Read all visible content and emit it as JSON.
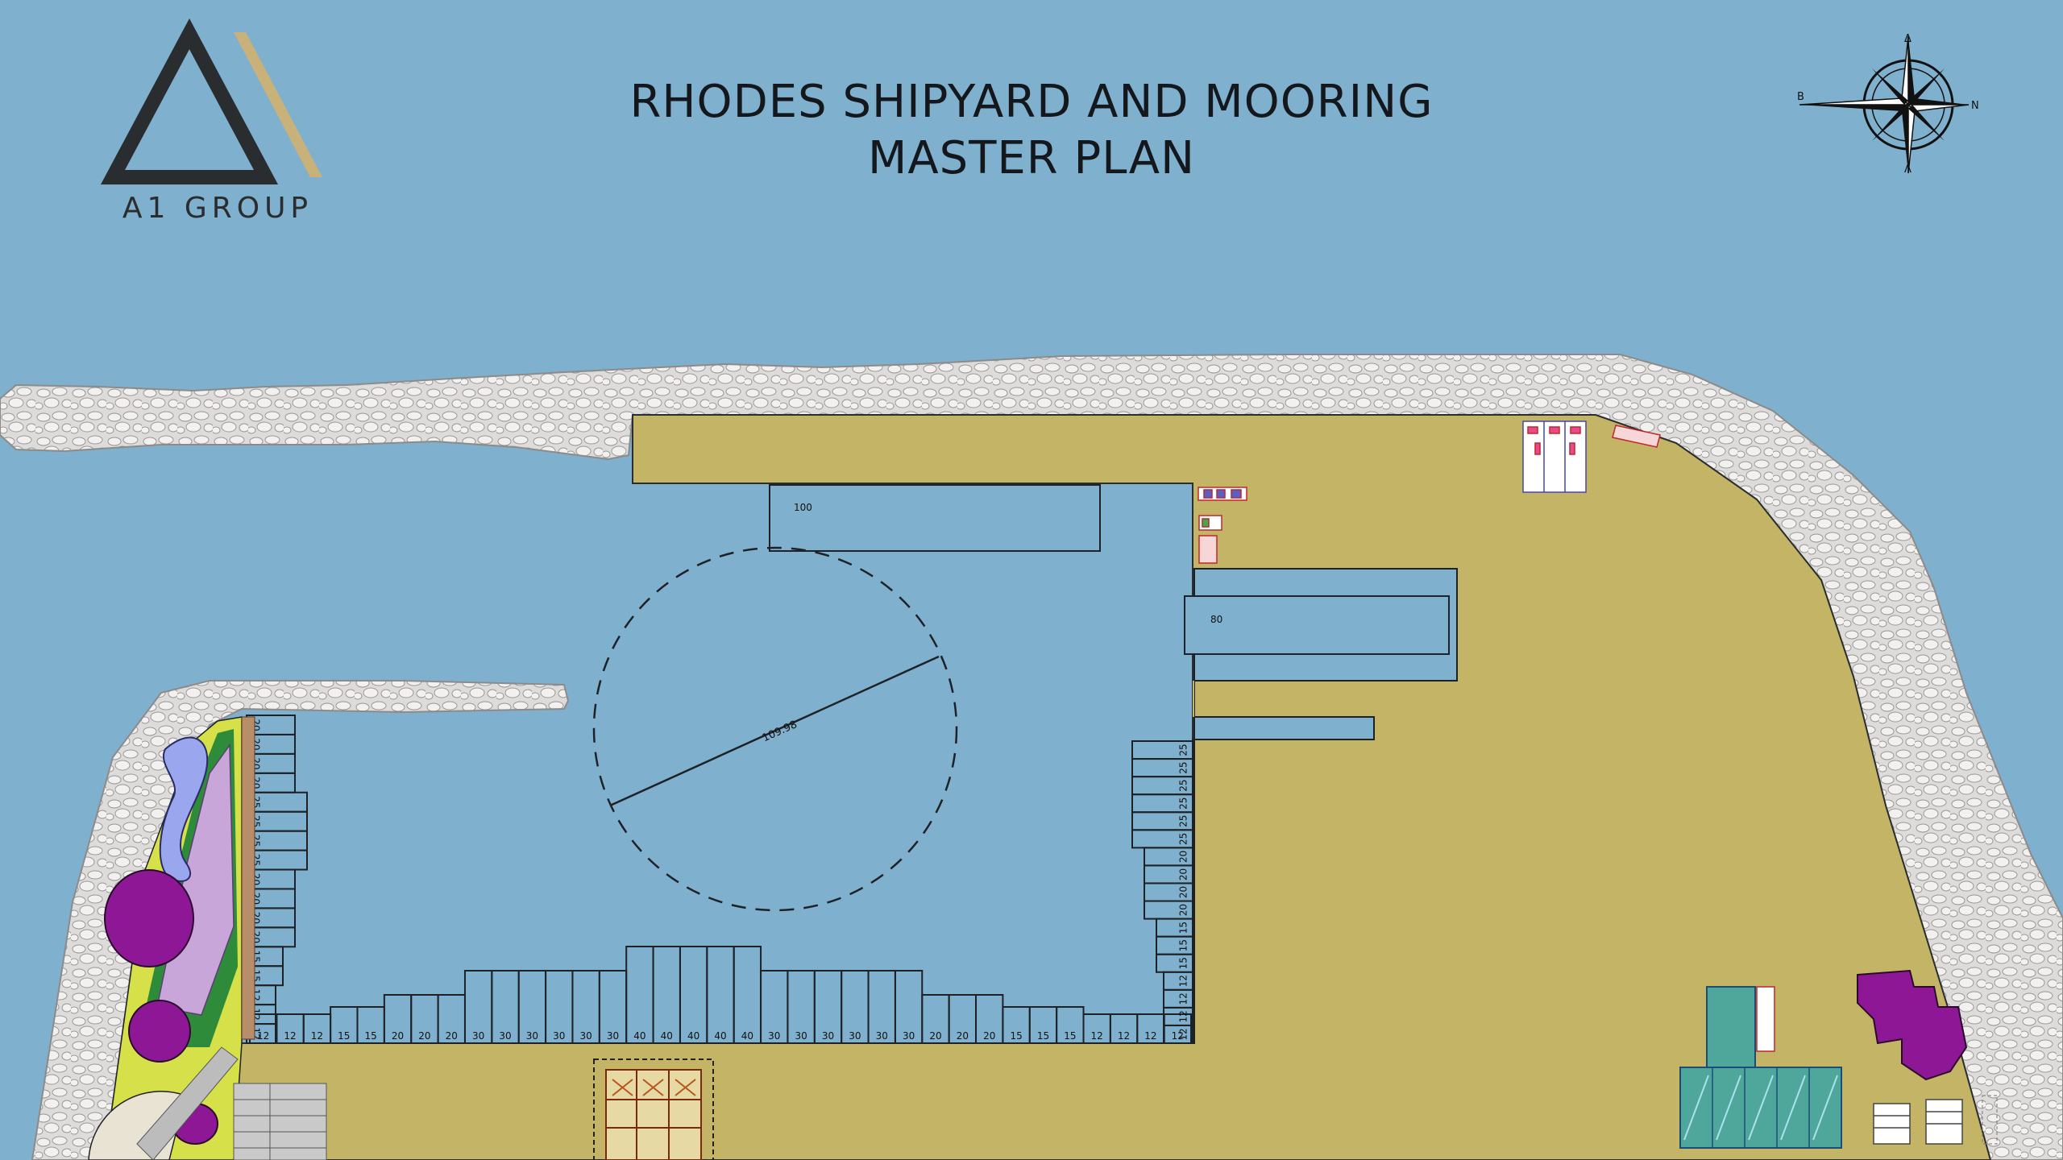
{
  "header": {
    "title_line1": "RHODES SHIPYARD AND MOORING",
    "title_line2": "MASTER PLAN"
  },
  "logo": {
    "name": "A1 GROUP",
    "icon": "a1-group-logo-icon"
  },
  "compass": {
    "icon": "compass-rose-icon",
    "north": "Δ",
    "west": "B",
    "east": "N",
    "south": "Λ"
  },
  "basin_labels": {
    "berth_top": "100",
    "berth_right": "80",
    "turning_circle": "109.98"
  },
  "berths": {
    "bottom_row": [
      "12",
      "12",
      "12",
      "15",
      "15",
      "20",
      "20",
      "20",
      "30",
      "30",
      "30",
      "30",
      "30",
      "30",
      "40",
      "40",
      "40",
      "40",
      "40",
      "30",
      "30",
      "30",
      "30",
      "30",
      "30",
      "20",
      "20",
      "20",
      "15",
      "15",
      "15",
      "12",
      "12",
      "12",
      "12"
    ],
    "left_column": [
      "20",
      "20",
      "20",
      "20",
      "25",
      "25",
      "25",
      "25",
      "20",
      "20",
      "20",
      "20",
      "15",
      "15",
      "12",
      "12",
      "12"
    ],
    "right_column": [
      "25",
      "25",
      "25",
      "25",
      "25",
      "25",
      "20",
      "20",
      "20",
      "20",
      "15",
      "15",
      "15",
      "12",
      "12",
      "12",
      "12"
    ]
  },
  "colors": {
    "sea": "#7fb0cd",
    "land": "#c4b566",
    "breakwater": "#d8d6d4",
    "outline": "#1e2226",
    "buildings_magenta": "#8e1796",
    "buildings_teal": "#4fa69a"
  }
}
